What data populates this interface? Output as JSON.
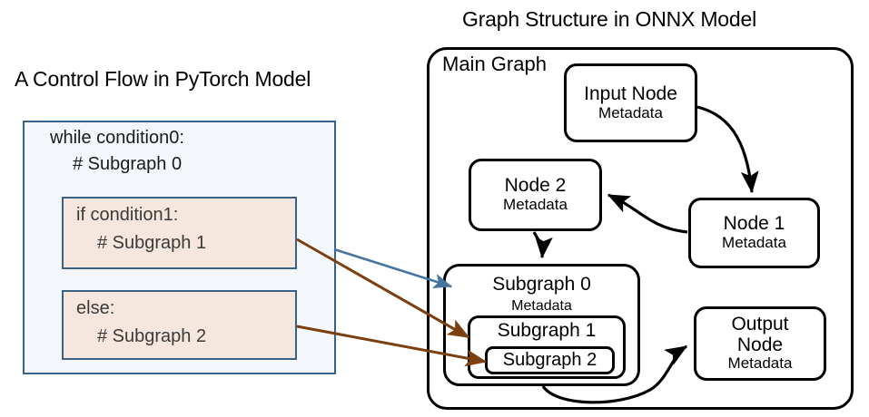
{
  "titles": {
    "left": "A Control Flow in PyTorch Model",
    "right": "Graph Structure in ONNX Model"
  },
  "pytorch_panel": {
    "name": "control-flow-pseudocode",
    "while_line": "while condition0:",
    "subgraph0_comment": "# Subgraph 0",
    "if_block": {
      "header": "if condition1:",
      "comment": "# Subgraph 1"
    },
    "else_block": {
      "header": "else:",
      "comment": "# Subgraph 2"
    },
    "colors": {
      "outer_fill": "#f3f7fb",
      "outer_border": "#3a6287",
      "inner_fill": "#f6e7de",
      "inner_border": "#3a6287"
    }
  },
  "onnx_panel": {
    "container_label": "Main Graph",
    "metadata_label": "Metadata",
    "nodes": [
      {
        "id": "input-node",
        "title": "Input Node",
        "meta": "Metadata"
      },
      {
        "id": "node-1",
        "title": "Node 1",
        "meta": "Metadata"
      },
      {
        "id": "node-2",
        "title": "Node 2",
        "meta": "Metadata"
      },
      {
        "id": "output-node",
        "title": "Output\nNode",
        "meta": "Metadata"
      }
    ],
    "output_node_line1": "Output",
    "output_node_line2": "Node",
    "subgraphs": [
      {
        "id": "subgraph-0",
        "title": "Subgraph 0",
        "meta": "Metadata"
      },
      {
        "id": "subgraph-1",
        "title": "Subgraph 1"
      },
      {
        "id": "subgraph-2",
        "title": "Subgraph 2"
      }
    ],
    "edges": [
      {
        "from": "input-node",
        "to": "node-1"
      },
      {
        "from": "node-1",
        "to": "node-2"
      },
      {
        "from": "node-2",
        "to": "subgraph-0"
      },
      {
        "from": "subgraph-0",
        "to": "output-node"
      }
    ],
    "colors": {
      "stroke": "#000000",
      "fill": "#ffffff"
    }
  },
  "mapping_arrows": [
    {
      "name": "while-to-subgraph0",
      "from": "while-block",
      "to": "subgraph-0",
      "color": "#46749f"
    },
    {
      "name": "if-to-subgraph1",
      "from": "if-block",
      "to": "subgraph-1",
      "color": "#7b3f10"
    },
    {
      "name": "else-to-subgraph2",
      "from": "else-block",
      "to": "subgraph-2",
      "color": "#7b3f10"
    }
  ]
}
